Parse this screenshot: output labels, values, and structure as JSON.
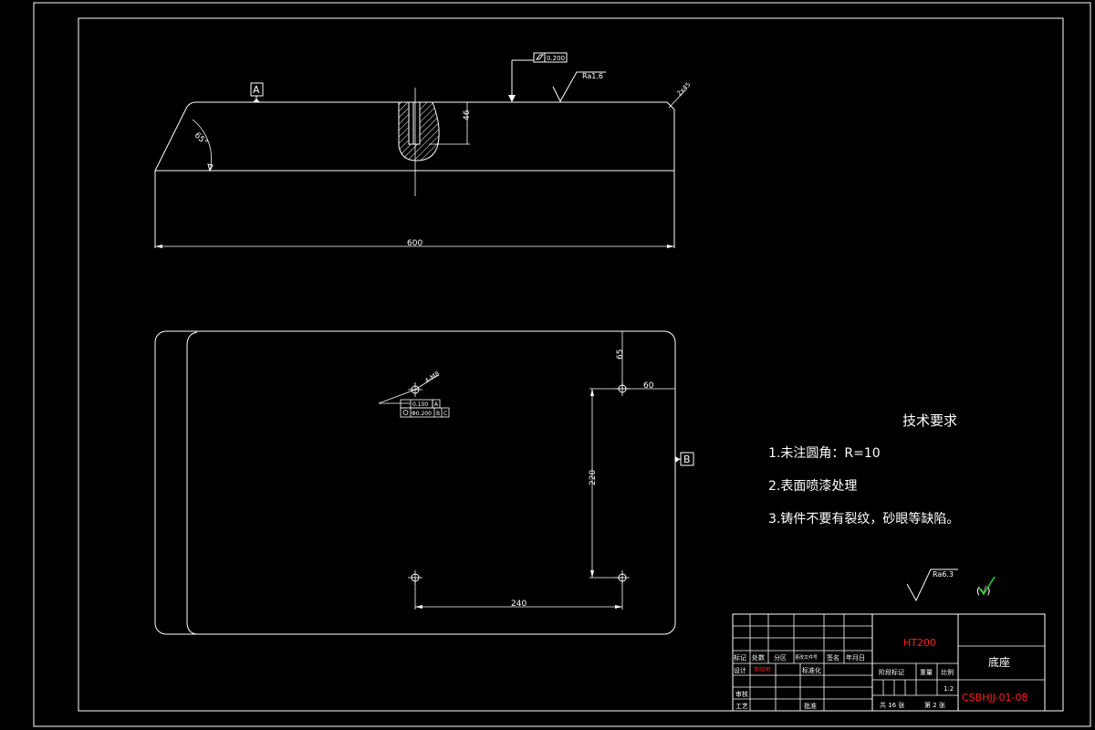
{
  "top_view": {
    "datum_a": "A",
    "flatness": "0.200",
    "roughness": "Ra1.6",
    "chamfer": "2x45",
    "angle": "65°",
    "slot_depth": "46",
    "length": "600"
  },
  "plan_view": {
    "hole_callout": "4-M8",
    "tolerance_1": "0.100",
    "tolerance_1_datum": "A",
    "tolerance_2": "Φ0.200",
    "tolerance_2_datum_b": "B",
    "tolerance_2_datum_c": "C",
    "dim_65": "65",
    "dim_60": "60",
    "dim_220": "220",
    "dim_240": "240",
    "datum_b": "B"
  },
  "tech_requirements": {
    "title": "技术要求",
    "items": [
      "1.未注圆角：R=10",
      "2.表面喷漆处理",
      "3.铸件不要有裂纹，砂眼等缺陷。"
    ]
  },
  "general_roughness": "Ra6.3",
  "general_roughness_bracket": "(√)",
  "title_block": {
    "material": "HT200",
    "part_name": "底座",
    "drawing_no": "CSBHJJ-01-08",
    "row_labels": [
      "标记",
      "处数",
      "分区",
      "更改文件号",
      "签名",
      "年月日"
    ],
    "design_label": "设计",
    "designer": "李晓明",
    "standardization_label": "标准化",
    "stage_label": "阶段标记",
    "weight_label": "重量",
    "scale_label": "比例",
    "scale_value": "1:2",
    "review_label": "审核",
    "process_label": "工艺",
    "approve_label": "批准",
    "sheets_total": "共 16 张",
    "sheet_no": "第 2 张"
  },
  "colors": {
    "line": "#ffffff",
    "accent": "#ff2020",
    "check": "#22dd22",
    "background": "#000000"
  }
}
